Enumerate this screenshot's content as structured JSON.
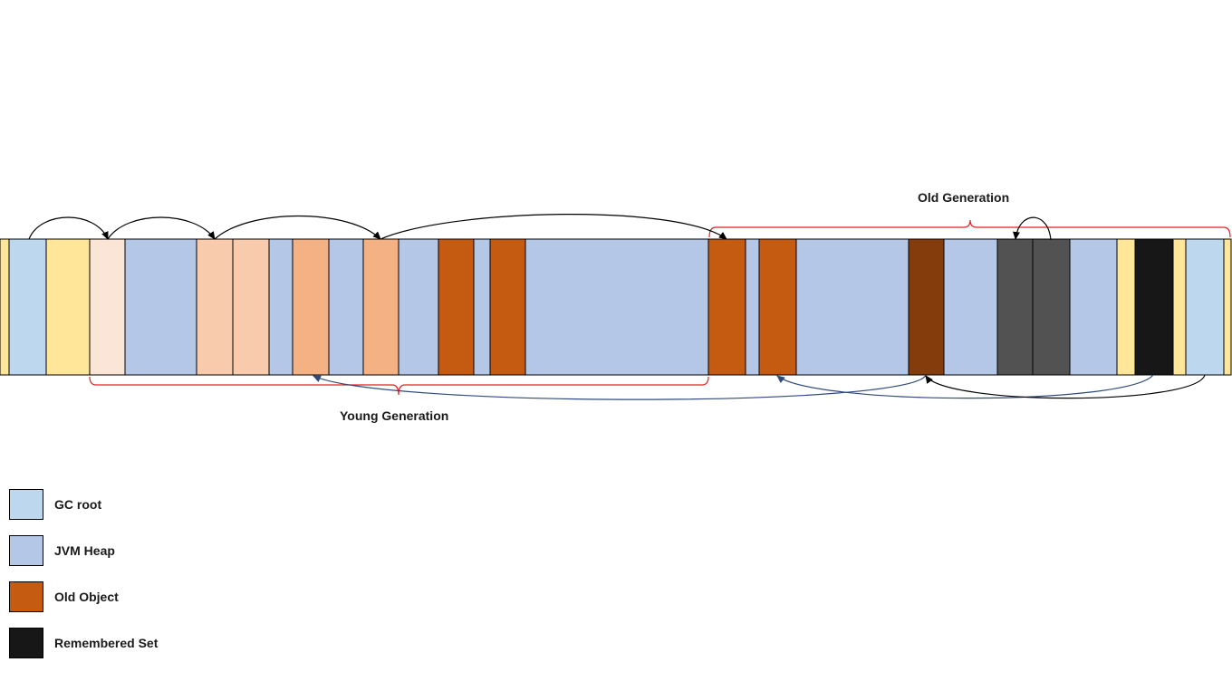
{
  "colors": {
    "gc_root": "#BDD7EE",
    "jvm_heap": "#B4C7E7",
    "old_object": "#C55A11",
    "remembered_set": "#171717",
    "yellow": "#FFE699",
    "peach_light": "#FBE5D6",
    "peach": "#F8CBAD",
    "peach_dark": "#F4B183",
    "old_dark": "#843C0C",
    "dark_gray": "#525252",
    "bracket_red": "#E02020",
    "arrow_black": "#000000",
    "arrow_blue": "#2F4B7C"
  },
  "labels": {
    "old_generation": "Old Generation",
    "young_generation": "Young Generation"
  },
  "legend": [
    {
      "key": "gc_root",
      "label": "GC root",
      "color": "#BDD7EE"
    },
    {
      "key": "jvm_heap",
      "label": "JVM Heap",
      "color": "#B4C7E7"
    },
    {
      "key": "old_object",
      "label": "Old Object",
      "color": "#C55A11"
    },
    {
      "key": "remembered_set",
      "label": "Remembered Set",
      "color": "#171717"
    }
  ],
  "heap_blocks": [
    {
      "name": "yellow-block",
      "color": "yellow"
    },
    {
      "name": "gc-root-block",
      "color": "gc_root"
    },
    {
      "name": "yellow-block",
      "color": "yellow"
    },
    {
      "name": "young-object-block",
      "color": "peach_light"
    },
    {
      "name": "heap-block",
      "color": "jvm_heap"
    },
    {
      "name": "young-object-block",
      "color": "peach"
    },
    {
      "name": "young-object-block",
      "color": "peach"
    },
    {
      "name": "heap-block",
      "color": "jvm_heap"
    },
    {
      "name": "young-object-block",
      "color": "peach_dark"
    },
    {
      "name": "heap-block",
      "color": "jvm_heap"
    },
    {
      "name": "young-object-block",
      "color": "peach_dark"
    },
    {
      "name": "heap-block",
      "color": "jvm_heap"
    },
    {
      "name": "old-object-block",
      "color": "old_object"
    },
    {
      "name": "heap-block",
      "color": "jvm_heap"
    },
    {
      "name": "old-object-block",
      "color": "old_object"
    },
    {
      "name": "heap-block",
      "color": "jvm_heap"
    },
    {
      "name": "old-object-block",
      "color": "old_object"
    },
    {
      "name": "heap-block",
      "color": "jvm_heap"
    },
    {
      "name": "old-object-block",
      "color": "old_object"
    },
    {
      "name": "heap-block",
      "color": "jvm_heap"
    },
    {
      "name": "old-object-block",
      "color": "old_dark"
    },
    {
      "name": "heap-block",
      "color": "jvm_heap"
    },
    {
      "name": "dark-object-block",
      "color": "dark_gray"
    },
    {
      "name": "dark-object-block",
      "color": "dark_gray"
    },
    {
      "name": "heap-block",
      "color": "jvm_heap"
    },
    {
      "name": "yellow-block",
      "color": "yellow"
    },
    {
      "name": "remembered-set-block",
      "color": "remembered_set"
    },
    {
      "name": "yellow-block",
      "color": "yellow"
    },
    {
      "name": "gc-root-block",
      "color": "gc_root"
    },
    {
      "name": "yellow-block",
      "color": "yellow"
    }
  ]
}
